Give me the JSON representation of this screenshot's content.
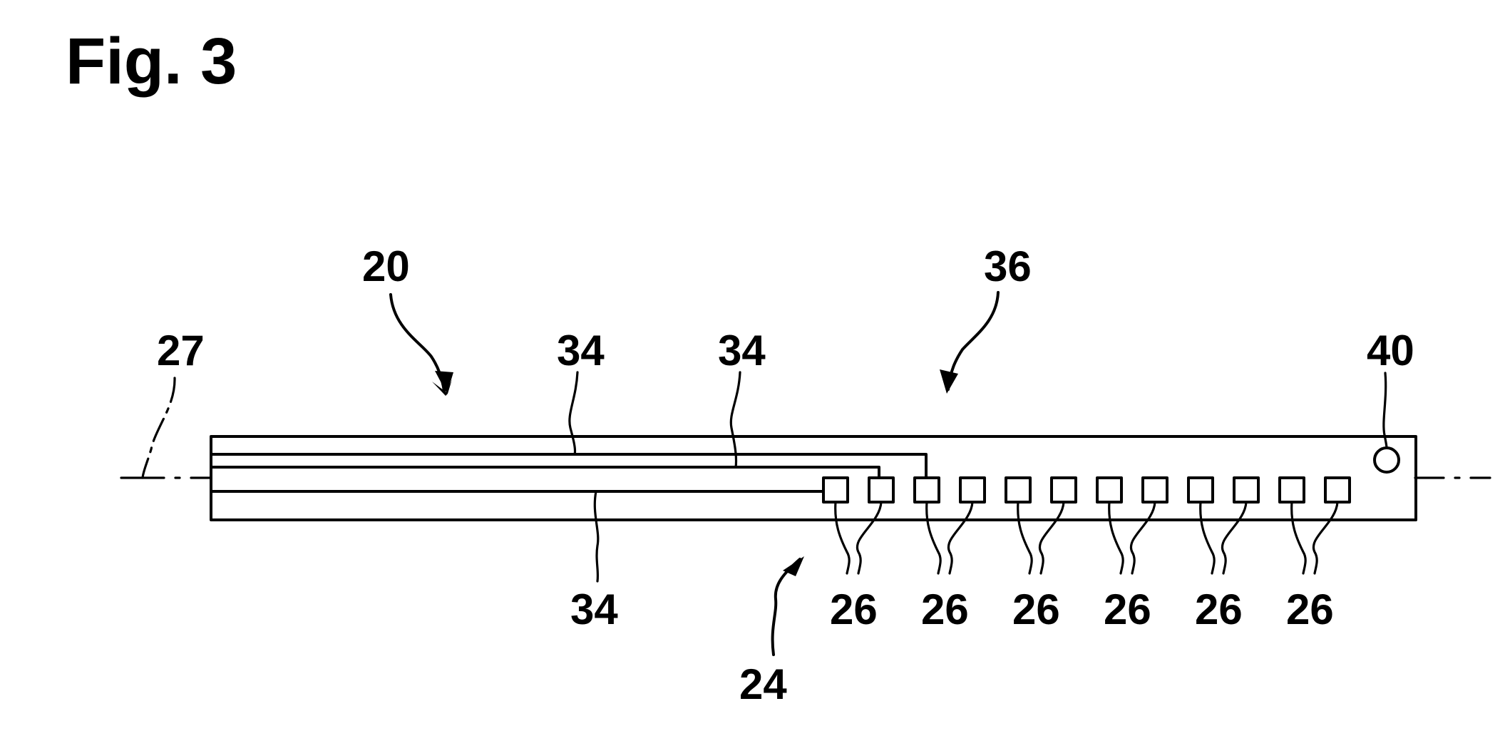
{
  "figure": {
    "title": "Fig. 3"
  },
  "labels": {
    "device": "20",
    "region": "36",
    "axis": "27",
    "pad_group": "24",
    "marker": "40",
    "lead_upper_left": "34",
    "lead_upper_right": "34",
    "lead_lower": "34",
    "pads": [
      "26",
      "26",
      "26",
      "26",
      "26",
      "26"
    ]
  },
  "colors": {
    "ink": "#000000",
    "background": "#ffffff"
  }
}
